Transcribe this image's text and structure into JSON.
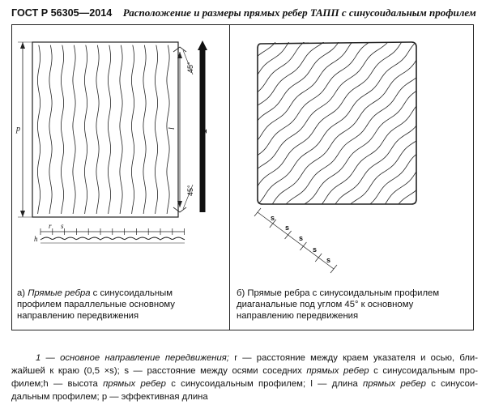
{
  "header": {
    "standard": "ГОСТ Р 56305—2014",
    "title": "Расположение и размеры прямых ребер ТАПП с синусоидальным профилем"
  },
  "figure_a": {
    "labels": {
      "p": "p",
      "one": "1",
      "l": "l",
      "angle_top": "45°",
      "angle_bottom": "45°",
      "r": "r",
      "s": "s",
      "h": "h"
    },
    "caption": {
      "prefix": "а) ",
      "em": "Прямые ребра",
      "line1_rest": " с синусоидальным",
      "line2": "профилем параллельные основному",
      "line3": "направлению передвижения"
    }
  },
  "figure_b": {
    "labels": {
      "s1": "s",
      "s2": "s",
      "s3": "s",
      "s4": "s",
      "s5": "s"
    },
    "caption": {
      "line1": "б) Прямые ребра с синусоидальным профилем",
      "line2": "диаганальные под углом 45° к основному",
      "line3": "направлению передвижения"
    }
  },
  "legend": {
    "p1_a": "1 — основное направление передвижения; ",
    "p1_b": "r — расстояние между краем указателя и осью, бли-",
    "p2": "жайшей к краю (0,5 ×s); ",
    "p3": "s — расстояние между осями соседних ",
    "p3_em": "прямых ребер",
    "p4": " с синусоидальным про-",
    "p5": "филем;",
    "p6": "h — высота ",
    "p6_em": "прямых ребер",
    "p7": " с синусоидальным профилем;",
    "p8": "l — длина ",
    "p8_em": "прямых ребер",
    "p9": " с синусои-",
    "p10": "дальным профилем; ",
    "p11": "p — эффективная длина"
  }
}
